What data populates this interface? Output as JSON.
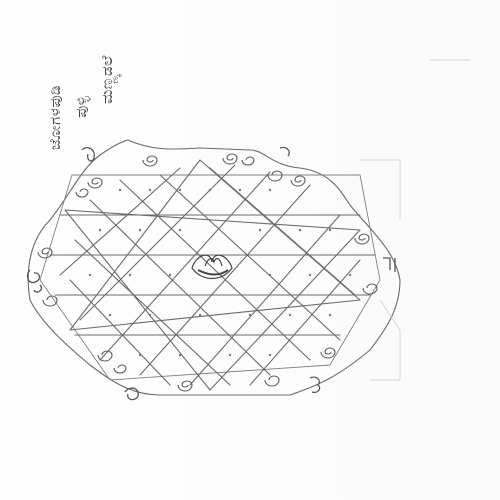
{
  "sheet": {
    "paper_color": "#fefefe",
    "pencil_color": "#6a6a6a"
  },
  "handwriting": {
    "line_1": "ಜೋಗಳಪುಡಿ",
    "line_2": "ಪುಳ್ಳಿ",
    "line_3": "ಮಣ್ಣ್ಕಡಲೆ"
  },
  "rangoli": {
    "pattern": "six-pointed star of interlocking triangles with spiral curls",
    "motif_icon": "lotus-icon",
    "corner_symbols": [
      "ಪು",
      "ಬ",
      "೨",
      "ಒ"
    ]
  }
}
